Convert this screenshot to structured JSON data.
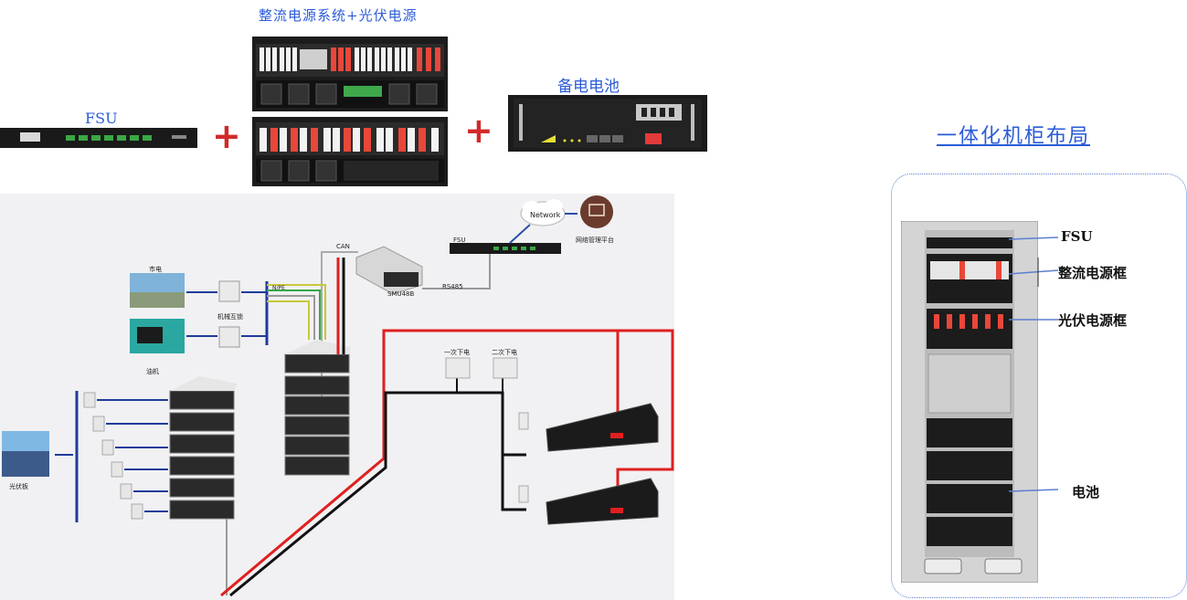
{
  "titles": {
    "rectifier_pv": "整流电源系统+光伏电源",
    "battery": "备电电池",
    "fsu": "FSU",
    "cabinet_layout": "一体化机柜布局"
  },
  "symbols": {
    "plus": "+"
  },
  "diagram_labels": {
    "network": "Network",
    "nms": "网络管理平台",
    "fsu": "FSU",
    "can": "CAN",
    "rs485": "RS485",
    "smu": "SMU48B",
    "mains": "市电",
    "interlock": "机械互锁",
    "generator": "油机",
    "pv_panel": "光伏板",
    "primary_load": "一次下电",
    "secondary_load": "二次下电",
    "npe": "N/PE"
  },
  "cabinet_labels": {
    "fsu": "FSU",
    "rectifier": "整流电源框",
    "pv": "光伏电源框",
    "battery": "电池"
  },
  "colors": {
    "title_blue": "#2a5bd7",
    "plus_red": "#d12a2a",
    "wire_red": "#e01f1f",
    "wire_black": "#111111",
    "bus_blue": "#1f3b9a"
  }
}
